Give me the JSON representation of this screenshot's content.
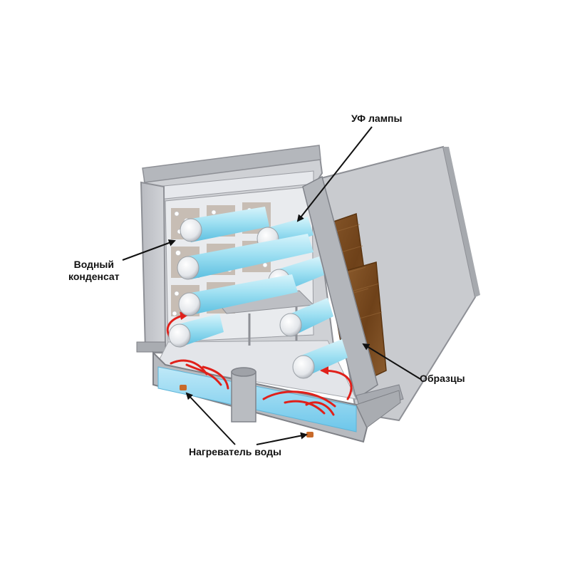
{
  "labels": {
    "uv_lamps": "УФ лампы",
    "water_condensate_line1": "Водный",
    "water_condensate_line2": "конденсат",
    "samples": "Образцы",
    "water_heater": "Нагреватель воды"
  },
  "colors": {
    "housing": "#c4c6cb",
    "housing_dark": "#8e9096",
    "water": "#7fd0ef",
    "lamp": "#9fe0f2",
    "samples": "#7a4b22",
    "arrows_heat": "#e0201a",
    "callout": "#111111"
  },
  "icons": [
    "uv-lamp-tube",
    "heat-flow-arrow",
    "heater-element"
  ]
}
